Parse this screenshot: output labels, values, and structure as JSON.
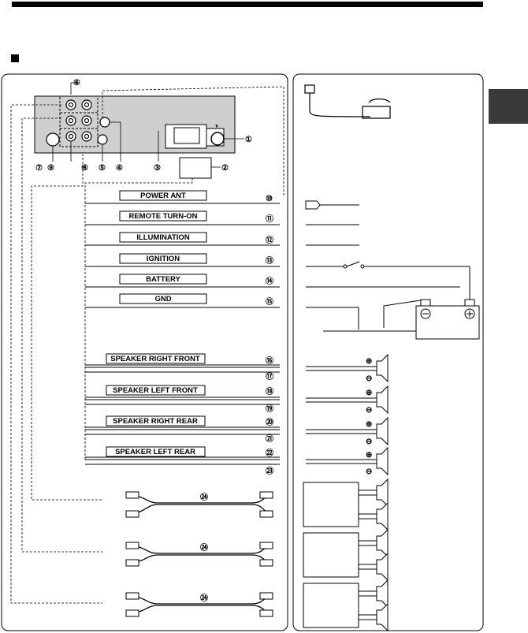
{
  "wire_labels": [
    {
      "num": "⑩",
      "label": "POWER ANT"
    },
    {
      "num": "⑪",
      "label": "REMOTE TURN-ON"
    },
    {
      "num": "⑫",
      "label": "ILLUMINATION"
    },
    {
      "num": "⑬",
      "label": "IGNITION"
    },
    {
      "num": "⑭",
      "label": "BATTERY"
    },
    {
      "num": "⑮",
      "label": "GND"
    }
  ],
  "speaker_labels": [
    {
      "num": "⑯",
      "label": "SPEAKER RIGHT FRONT"
    },
    {
      "num": "⑱",
      "label": "SPEAKER LEFT FRONT"
    },
    {
      "num": "⑳",
      "label": "SPEAKER RIGHT REAR"
    },
    {
      "num": "㉒",
      "label": "SPEAKER LEFT REAR"
    }
  ],
  "extra_nums": [
    "⑰",
    "⑲",
    "㉑",
    "㉓"
  ],
  "unit_nums": [
    "①",
    "②",
    "③",
    "④",
    "⑤",
    "⑥",
    "⑦",
    "⑧",
    "⑨"
  ],
  "rca_num": "㉔",
  "polarity": {
    "plus": "⊕",
    "minus": "⊖"
  },
  "colors": {
    "ink": "#000000",
    "tab": "#3a3a3a"
  }
}
